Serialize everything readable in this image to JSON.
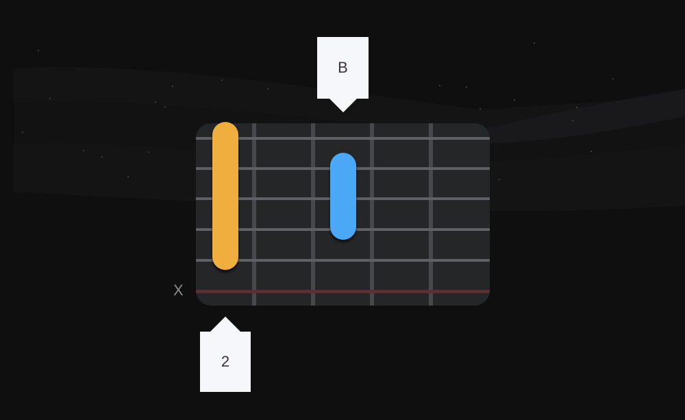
{
  "fretboard": {
    "strings": 6,
    "frets_visible": 5,
    "muted_string_label": "X",
    "colors": {
      "background": "#0f0f10",
      "board": "#252628",
      "fret": "#47484c",
      "string": "#5f6066",
      "muted_string": "#5a3034"
    },
    "fingers": [
      {
        "name": "barre",
        "color": "#efae3d",
        "fret": 1,
        "strings_from": 1,
        "strings_to": 5
      },
      {
        "name": "finger",
        "color": "#4aa8f7",
        "fret": 3,
        "strings_from": 2,
        "strings_to": 4
      }
    ]
  },
  "markers": {
    "top_label": "B",
    "bottom_label": "2"
  }
}
